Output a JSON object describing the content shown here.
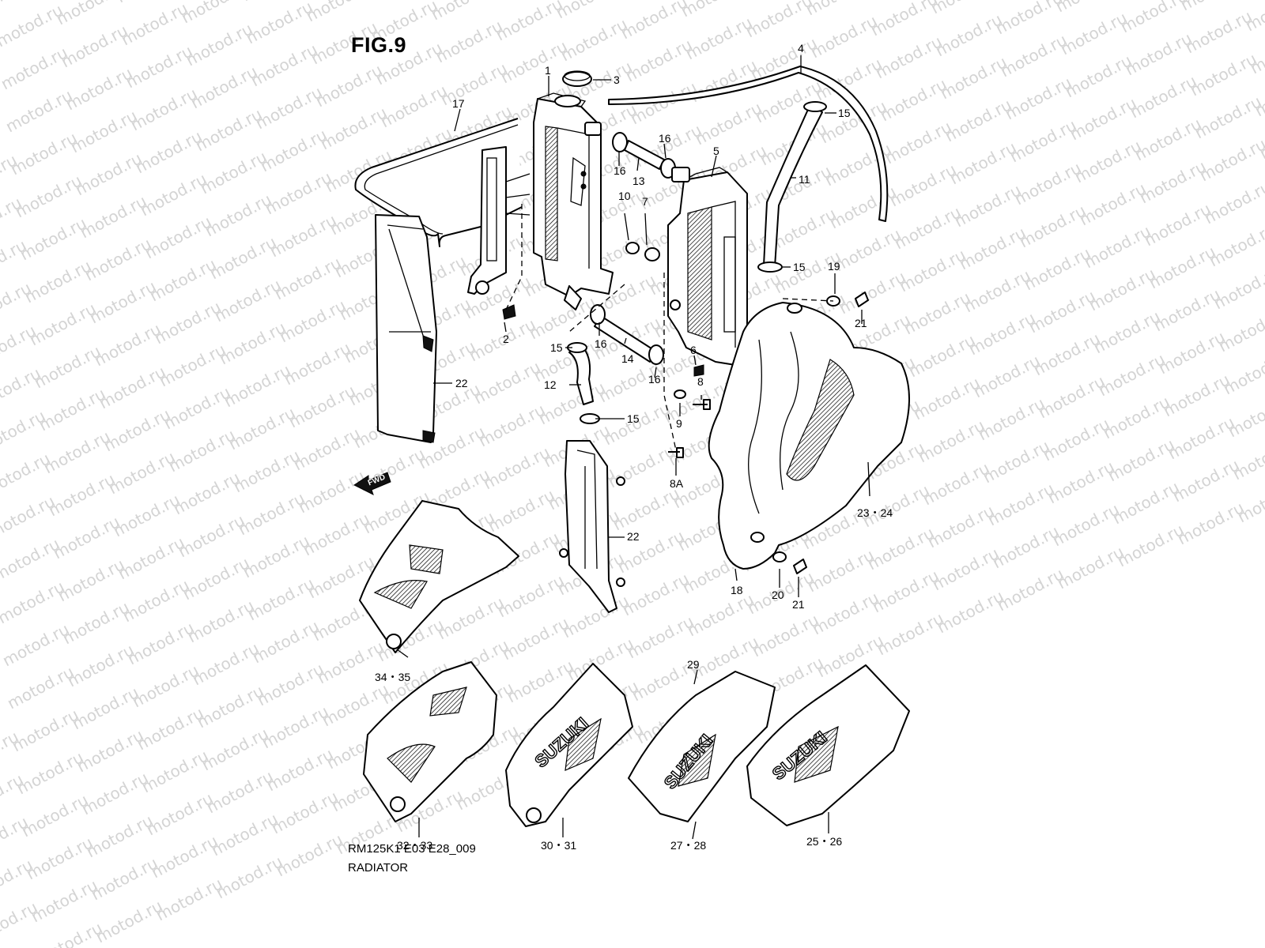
{
  "figure": {
    "title": "FIG.9",
    "diagram_code": "RM125K1 E03 E28_009",
    "diagram_name": "RADIATOR"
  },
  "watermark": {
    "text": "motod.ru"
  },
  "fwd_arrow": {
    "label": "FWD"
  },
  "decal_brand": {
    "text": "SUZUKI"
  },
  "callouts": [
    {
      "id": "c1",
      "label": "1"
    },
    {
      "id": "c2",
      "label": "2"
    },
    {
      "id": "c3",
      "label": "3"
    },
    {
      "id": "c4",
      "label": "4"
    },
    {
      "id": "c5",
      "label": "5"
    },
    {
      "id": "c6",
      "label": "6"
    },
    {
      "id": "c7",
      "label": "7"
    },
    {
      "id": "c8",
      "label": "8"
    },
    {
      "id": "c8a",
      "label": "8A"
    },
    {
      "id": "c9",
      "label": "9"
    },
    {
      "id": "c10",
      "label": "10"
    },
    {
      "id": "c11",
      "label": "11"
    },
    {
      "id": "c12",
      "label": "12"
    },
    {
      "id": "c13",
      "label": "13"
    },
    {
      "id": "c14",
      "label": "14"
    },
    {
      "id": "c15a",
      "label": "15"
    },
    {
      "id": "c15b",
      "label": "15"
    },
    {
      "id": "c15c",
      "label": "15"
    },
    {
      "id": "c15d",
      "label": "15"
    },
    {
      "id": "c16a",
      "label": "16"
    },
    {
      "id": "c16b",
      "label": "16"
    },
    {
      "id": "c16c",
      "label": "16"
    },
    {
      "id": "c16d",
      "label": "16"
    },
    {
      "id": "c17",
      "label": "17"
    },
    {
      "id": "c18",
      "label": "18"
    },
    {
      "id": "c19",
      "label": "19"
    },
    {
      "id": "c20",
      "label": "20"
    },
    {
      "id": "c21a",
      "label": "21"
    },
    {
      "id": "c21b",
      "label": "21"
    },
    {
      "id": "c22a",
      "label": "22"
    },
    {
      "id": "c22b",
      "label": "22"
    },
    {
      "id": "c2324",
      "label": "23・24"
    },
    {
      "id": "c3435",
      "label": "34・35"
    },
    {
      "id": "c3233",
      "label": "32・33"
    },
    {
      "id": "c3031",
      "label": "30・31"
    },
    {
      "id": "c29",
      "label": "29"
    },
    {
      "id": "c2728",
      "label": "27・28"
    },
    {
      "id": "c2526",
      "label": "25・26"
    }
  ]
}
